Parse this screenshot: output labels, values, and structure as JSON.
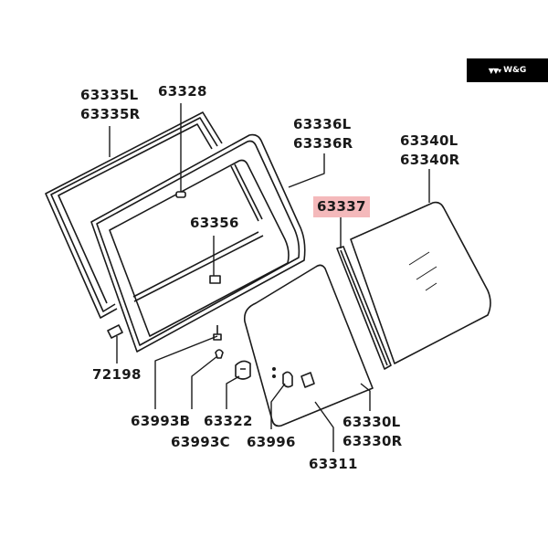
{
  "brand": {
    "logo_text": "W&G"
  },
  "parts": {
    "p63335": [
      "63335L",
      "63335R"
    ],
    "p63328": "63328",
    "p63336": [
      "63336L",
      "63336R"
    ],
    "p63340": [
      "63340L",
      "63340R"
    ],
    "p63337": "63337",
    "p63356": "63356",
    "p72198": "72198",
    "p63993b": "63993B",
    "p63322": "63322",
    "p63993c": "63993C",
    "p63996": "63996",
    "p63330": [
      "63330L",
      "63330R"
    ],
    "p63311": "63311"
  },
  "colors": {
    "highlight": "#f4b9bb",
    "line": "#1a1a1a"
  }
}
